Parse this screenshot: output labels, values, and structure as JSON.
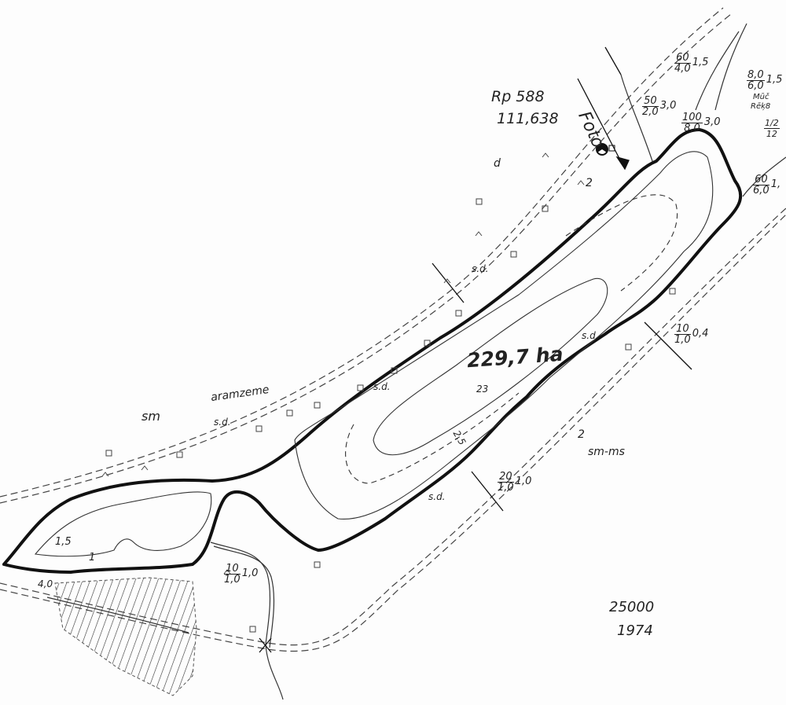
{
  "map": {
    "lake_area": "229,7 ha",
    "benchmark": {
      "id": "Rp 588",
      "elevation": "111,638"
    },
    "photo_label": "Foto",
    "scale": "25000",
    "year": "1974",
    "land_labels": {
      "arable": "aramzeme",
      "sm_west": "sm",
      "sm_ms": "sm-ms",
      "d_north": "d",
      "two_north": "2",
      "two_south": "2",
      "sd": [
        "s.d.",
        "s.d.",
        "s.d.",
        "s.d.",
        "s.d."
      ]
    },
    "depths": {
      "main_center": "23",
      "main_contour": "2,5",
      "west_depth": "1,5",
      "west_contour": "1"
    },
    "measurements": [
      {
        "num": "60",
        "den": "4,0",
        "side": "1,5"
      },
      {
        "num": "50",
        "den": "2,0",
        "side": "3,0"
      },
      {
        "num": "100",
        "den": "8,0",
        "side": "3,0"
      },
      {
        "num": "8,0",
        "den": "6,0",
        "side": "1,5"
      },
      {
        "num": "60",
        "den": "6,0",
        "side": "1,"
      },
      {
        "num": "10",
        "den": "1,0",
        "side": "0,4"
      },
      {
        "num": "20",
        "den": "1,0",
        "side": "1,0"
      },
      {
        "num": "10",
        "den": "1,0",
        "side": "1,0"
      },
      {
        "num": "1/2",
        "den": "12",
        "side": ""
      }
    ],
    "misc_text": [
      "Mūč",
      "Rēķ8",
      "4,0"
    ],
    "colors": {
      "ink": "#1a1a1a",
      "paper": "#fdfdfd"
    }
  }
}
